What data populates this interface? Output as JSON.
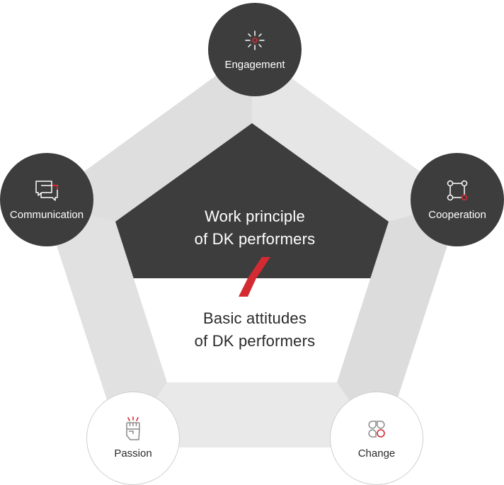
{
  "center": {
    "work_line1": "Work principle",
    "work_line2": "of DK performers",
    "basic_line1": "Basic attitudes",
    "basic_line2": "of DK performers"
  },
  "nodes": {
    "engagement": {
      "label": "Engagement",
      "icon": "target-burst-icon"
    },
    "cooperation": {
      "label": "Cooperation",
      "icon": "connected-nodes-icon"
    },
    "change": {
      "label": "Change",
      "icon": "clover-icon"
    },
    "passion": {
      "label": "Passion",
      "icon": "raised-fist-icon"
    },
    "communication": {
      "label": "Communication",
      "icon": "chat-bubbles-icon"
    }
  },
  "colors": {
    "dark": "#3d3d3d",
    "frame": "#e3e3e3",
    "accent": "#d42b33",
    "light_border": "#cfcfcf"
  }
}
